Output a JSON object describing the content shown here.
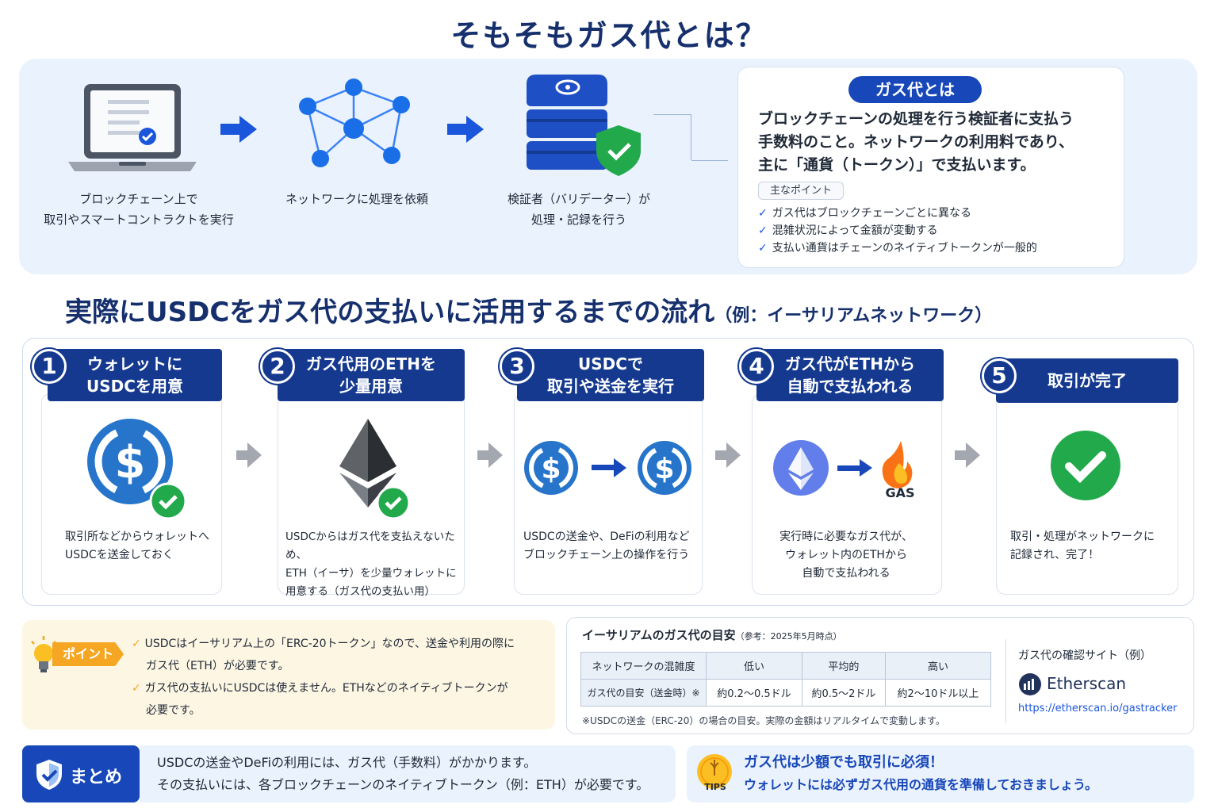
{
  "title": "そもそもガス代とは？",
  "intro": {
    "step1": [
      "ブロックチェーン上で",
      "取引やスマートコントラクトを実行"
    ],
    "step2": "ネットワークに処理を依頼",
    "step3": [
      "検証者（バリデーター）が",
      "処理・記録を行う"
    ],
    "def_title": "ガス代とは",
    "def_text": [
      "ブロックチェーンの処理を行う検証者に支払う",
      "手数料のこと。ネットワークの利用料であり、",
      "主に「通貨（トークン）」で支払います。"
    ],
    "points_tag": "主なポイント",
    "points": [
      "ガス代はブロックチェーンごとに異なる",
      "混雑状況によって金額が変動する",
      "支払い通貨はチェーンのネイティブトークンが一般的"
    ]
  },
  "flow": {
    "title": "実際にUSDCをガス代の支払いに活用するまでの流れ",
    "subtitle": "（例：イーサリアムネットワーク）",
    "steps": [
      {
        "num": "1",
        "head": [
          "ウォレットに",
          "USDCを用意"
        ],
        "desc": [
          "取引所などからウォレットへ",
          "USDCを送金しておく"
        ]
      },
      {
        "num": "2",
        "head": [
          "ガス代用のETHを",
          "少量用意"
        ],
        "desc": [
          "USDCからはガス代を支払えないため、",
          "ETH（イーサ）を少量ウォレットに",
          "用意する（ガス代の支払い用）"
        ]
      },
      {
        "num": "3",
        "head": [
          "USDCで",
          "取引や送金を実行"
        ],
        "desc": [
          "USDCの送金や、DeFiの利用など",
          "ブロックチェーン上の操作を行う"
        ]
      },
      {
        "num": "4",
        "head": [
          "ガス代がETHから",
          "自動で支払われる"
        ],
        "desc": [
          "実行時に必要なガス代が、",
          "ウォレット内のETHから",
          "自動で支払われる"
        ],
        "gas": "GAS"
      },
      {
        "num": "5",
        "head": [
          "取引が完了"
        ],
        "desc": [
          "取引・処理がネットワークに",
          "記録され、完了！"
        ]
      }
    ]
  },
  "point": {
    "tag": "ポイント",
    "items": [
      [
        "USDCはイーサリアム上の「ERC-20トークン」なので、送金や利用の際に",
        "ガス代（ETH）が必要です。"
      ],
      [
        "ガス代の支払いにUSDCは使えません。ETHなどのネイティブトークンが",
        "必要です。"
      ]
    ]
  },
  "gas_table": {
    "title": "イーサリアムのガス代の目安",
    "note": "（参考：2025年5月時点）",
    "headers": [
      "ネットワークの混雑度",
      "低い",
      "平均的",
      "高い"
    ],
    "row": [
      "ガス代の目安（送金時）※",
      "約0.2〜0.5ドル",
      "約0.5〜2ドル",
      "約2〜10ドル以上"
    ],
    "footnote": "※USDCの送金（ERC-20）の場合の目安。実際の金額はリアルタイムで変動します。",
    "site_label": "ガス代の確認サイト（例）",
    "site_name": "Etherscan",
    "site_url": "https://etherscan.io/gastracker"
  },
  "summary": {
    "label": "まとめ",
    "lines": [
      "USDCの送金やDeFiの利用には、ガス代（手数料）がかかります。",
      "その支払いには、各ブロックチェーンのネイティブトークン（例：ETH）が必要です。"
    ]
  },
  "tips": {
    "label": "TIPS",
    "lines": [
      "ガス代は少額でも取引に必須！",
      "ウォレットには必ずガス代用の通貨を準備しておきましょう。"
    ]
  },
  "colors": {
    "navy": "#14398f",
    "blue": "#1a56db",
    "green": "#22a94b",
    "panel": "#eaf2fd",
    "usdc": "#2775ca",
    "eth": "#627eea"
  }
}
